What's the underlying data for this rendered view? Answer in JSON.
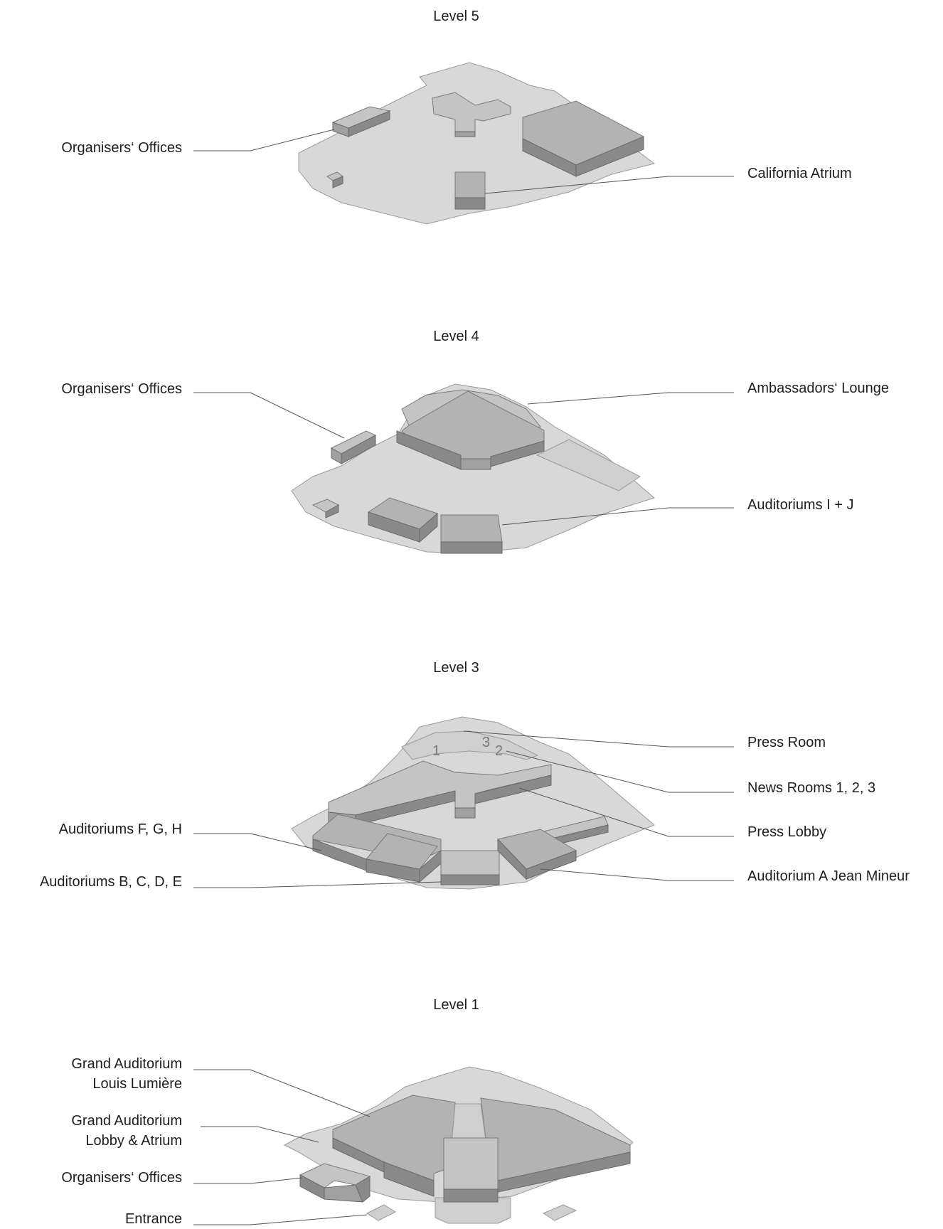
{
  "levels": [
    {
      "title": "Level 5",
      "labels_left": [
        "Organisers‘ Offices"
      ],
      "labels_right": [
        "California Atrium"
      ]
    },
    {
      "title": "Level 4",
      "labels_left": [
        "Organisers‘ Offices"
      ],
      "labels_right": [
        "Ambassadors‘ Lounge",
        "Auditoriums I + J"
      ]
    },
    {
      "title": "Level 3",
      "labels_left": [
        "Auditoriums F, G, H",
        "Auditoriums B, C, D, E"
      ],
      "labels_right": [
        "Press Room",
        "News Rooms 1, 2, 3",
        "Press Lobby",
        "Auditorium A Jean Mineur"
      ],
      "room_numbers": [
        "1",
        "2",
        "3"
      ]
    },
    {
      "title": "Level 1",
      "labels_left": [
        "Grand Auditorium\nLouis Lumière",
        "Grand Auditorium\nLobby & Atrium",
        "Organisers‘ Offices",
        "Entrance"
      ],
      "labels_right": []
    }
  ],
  "colors": {
    "floor": "#d8d8d8",
    "block_top": "#b3b3b3",
    "block_side": "#8a8a8a",
    "leader": "#555555"
  }
}
